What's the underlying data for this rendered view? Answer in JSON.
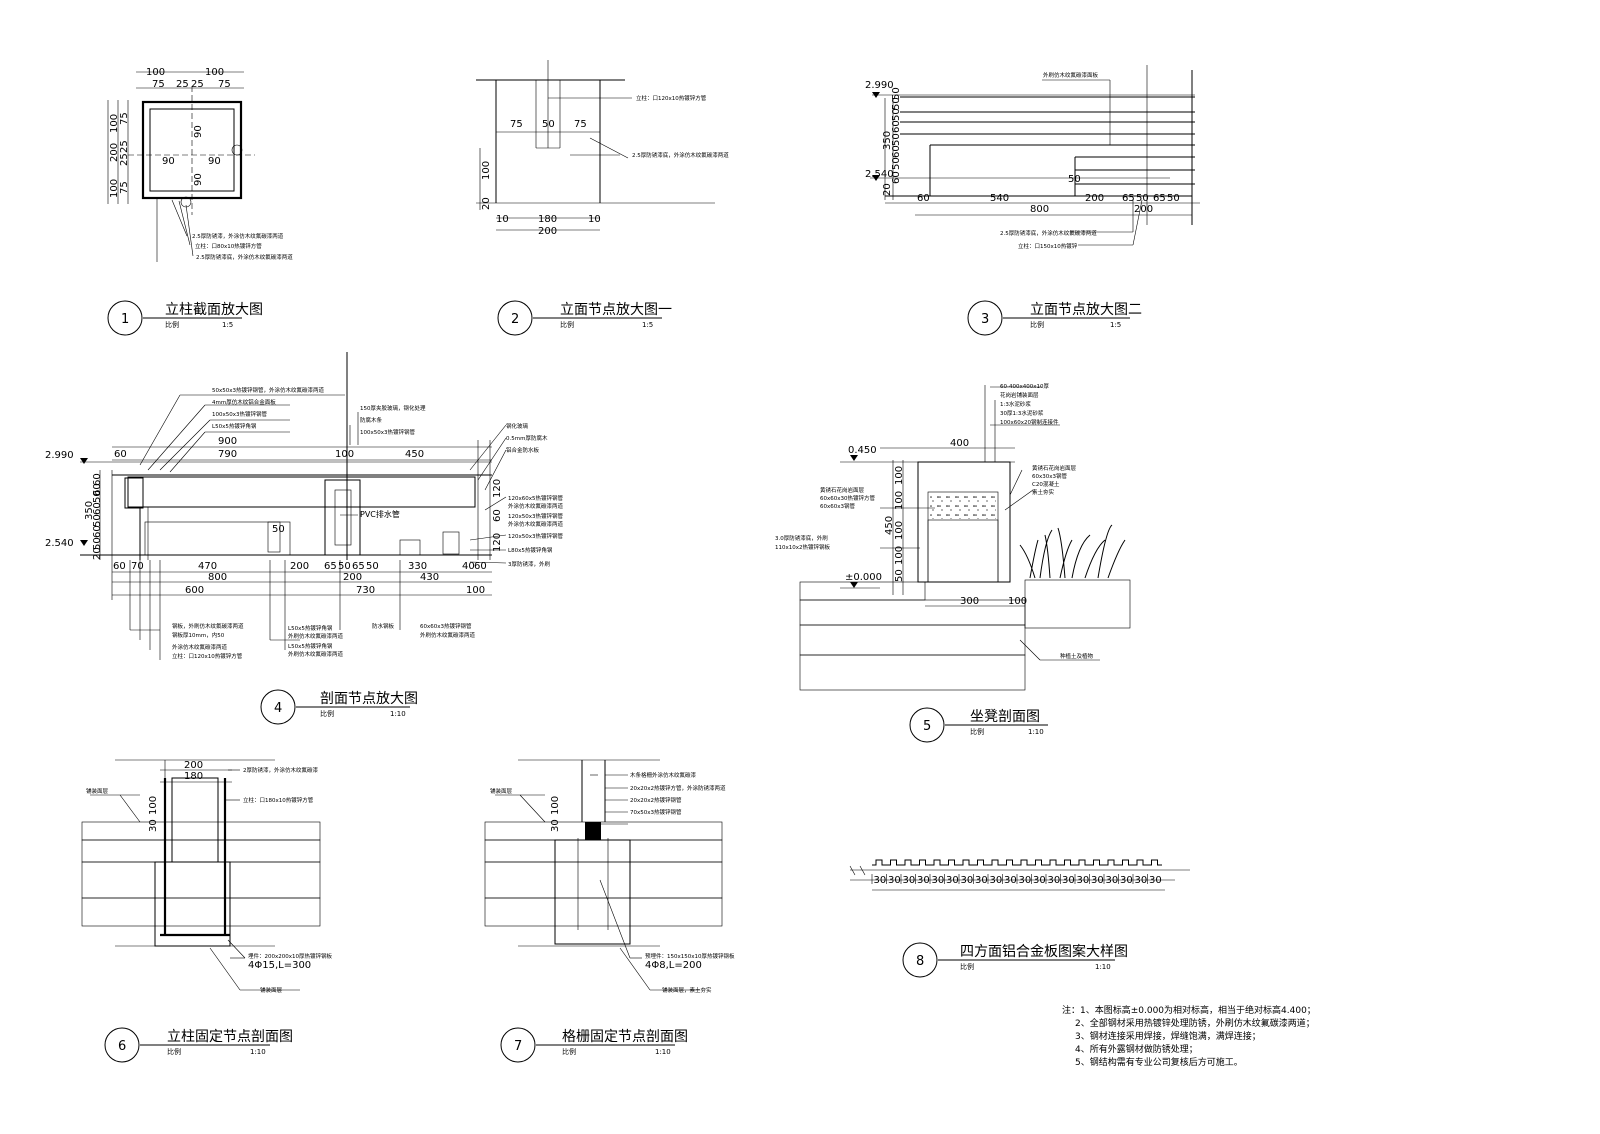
{
  "drawings": [
    {
      "num": "1",
      "title": "立柱截面放大图",
      "scale": "1:5"
    },
    {
      "num": "2",
      "title": "立面节点放大图一",
      "scale": "1:5"
    },
    {
      "num": "3",
      "title": "立面节点放大图二",
      "scale": "1:5"
    },
    {
      "num": "4",
      "title": "剖面节点放大图",
      "scale": "1:10"
    },
    {
      "num": "5",
      "title": "坐凳剖面图",
      "scale": "1:10"
    },
    {
      "num": "6",
      "title": "立柱固定节点剖面图",
      "scale": "1:10"
    },
    {
      "num": "7",
      "title": "格栅固定节点剖面图",
      "scale": "1:10"
    },
    {
      "num": "8",
      "title": "四方面铝合金板图案大样图",
      "scale": "1:10"
    }
  ],
  "scale_word": "比例",
  "d1": {
    "top_dims_a": [
      "100",
      "100"
    ],
    "top_dims_b": [
      "75",
      "25",
      "25",
      "75"
    ],
    "left_dims_a": [
      "200"
    ],
    "left_dims_b": [
      "100",
      "100"
    ],
    "left_dims_c": [
      "75",
      "25",
      "25",
      "75"
    ],
    "inner": [
      "90",
      "90",
      "90",
      "90"
    ],
    "labels": [
      "2.5厚防锈漆，外涂仿木纹氟碳漆两道",
      "立柱：口80x10热镀锌方管",
      "2.5厚防锈漆底，外涂仿木纹氟碳漆两道"
    ]
  },
  "d2": {
    "dims_mid": [
      "75",
      "50",
      "75"
    ],
    "dims_left": [
      "100",
      "20"
    ],
    "dims_bottom": [
      "10",
      "180",
      "10"
    ],
    "dim_total": "200",
    "labels": [
      "立柱：口120x10热镀锌方管",
      "2.5厚防锈漆底，外涂仿木纹氟碳漆两道"
    ]
  },
  "d3": {
    "elev_top": "2.990",
    "elev_bottom": "2.540",
    "left_dims": [
      "350",
      "20",
      "60",
      "50",
      "60",
      "50",
      "60",
      "50",
      "50",
      "50"
    ],
    "bottom_dims": [
      "60",
      "540",
      "200",
      "65",
      "50",
      "65",
      "50"
    ],
    "dim_total": "800",
    "dim_50": "50",
    "dim_200": "200",
    "labels": [
      "外刷仿木纹氟碳漆面板",
      "2.5厚防锈漆底，外涂仿木纹氟碳漆两道",
      "立柱：口150x10热镀锌"
    ]
  },
  "d4": {
    "elev_top": "2.990",
    "elev_bottom": "2.540",
    "top_dims": [
      "60",
      "900",
      "790",
      "100",
      "450"
    ],
    "left_dims": [
      "350",
      "60",
      "20",
      "50",
      "60",
      "50",
      "60",
      "50",
      "60"
    ],
    "right_dims": [
      "120",
      "60",
      "120"
    ],
    "bottom_dims_a": [
      "60",
      "70",
      "470",
      "200",
      "65",
      "50",
      "65",
      "50",
      "330",
      "40",
      "60"
    ],
    "bottom_dims_b": [
      "800",
      "200",
      "430"
    ],
    "bottom_dims_c": [
      "600",
      "730",
      "100"
    ],
    "dim_50": "50",
    "pvc": "PVC排水管",
    "labels_top": [
      "50x50x3热镀锌钢管，外涂仿木纹氟碳漆两道",
      "4mm厚仿木纹铝合金面板",
      "100x50x3热镀锌钢管",
      "L50x5热镀锌角钢",
      "150厚夹胶玻璃，钢化处理",
      "防腐木条",
      "100x50x3热镀锌钢管",
      "钢化玻璃",
      "0.5mm厚防腐木",
      "铝合金防水板"
    ],
    "labels_right": [
      "120x60x5热镀锌钢管",
      "外涂仿木纹氟碳漆两道",
      "120x50x3热镀锌钢管",
      "外涂仿木纹氟碳漆两道",
      "120x50x3热镀锌钢管",
      "L80x5热镀锌角钢",
      "3厚防锈漆，外刷"
    ],
    "labels_bottom": [
      "钢板，外刷仿木纹氟碳漆两道",
      "钢板厚10mm，内50",
      "外涂仿木纹氟碳漆两道",
      "立柱：口120x10热镀锌方管",
      "L50x5热镀锌角钢",
      "外刷仿木纹氟碳漆两道",
      "L50x5热镀锌角钢",
      "外刷仿木纹氟碳漆两道",
      "防水钢板",
      "60x60x3热镀锌钢管",
      "外刷仿木纹氟碳漆两道"
    ]
  },
  "d5": {
    "elev_top": "0.450",
    "elev_bottom": "±0.000",
    "dim_top": "400",
    "dims_left": [
      "100",
      "100",
      "450",
      "100",
      "100",
      "50"
    ],
    "dim_300": "300",
    "dim_100": "100",
    "labels_top": [
      "60-400x400x10厚",
      "花岗岩铺装面层",
      "1:3水泥砂浆",
      "30厚1:3水泥砂浆",
      "100x60x20钢制连接件"
    ],
    "labels_left": [
      "黄锈石花岗岩面层",
      "60x60x30热镀锌方管",
      "60x60x3钢管",
      "3.0厚防锈漆底，外刷",
      "110x10x2热镀锌钢板"
    ],
    "labels_right": [
      "黄锈石花岗岩面层",
      "60x30x3钢管",
      "C20混凝土",
      "素土夯实"
    ],
    "label_bottom": "种植土及植物"
  },
  "d6": {
    "dim_top_a": "200",
    "dim_top_b": "180",
    "dims_left": [
      "100",
      "30"
    ],
    "labels": [
      "2厚防锈漆，外涂仿木纹氟碳漆",
      "立柱：口180x10热镀锌方管",
      "埋件：200x200x10厚热镀锌钢板",
      "4Φ15,L=300",
      "铺装面层"
    ],
    "label_left": "铺装面层"
  },
  "d7": {
    "dims_left": [
      "100",
      "30"
    ],
    "labels": [
      "木条格栅外涂仿木纹氟碳漆",
      "20x20x2热镀锌方管，外涂防锈漆两道",
      "20x20x2热镀锌钢管",
      "70x50x3热镀锌钢管",
      "预埋件：150x150x10厚热镀锌钢板",
      "4Φ8,L=200",
      "铺装面层，素土夯实"
    ],
    "label_left": "铺装面层"
  },
  "d8": {
    "dims": [
      "30",
      "30",
      "30",
      "30",
      "30",
      "30",
      "30",
      "30",
      "30",
      "30",
      "30",
      "30",
      "30",
      "30",
      "30",
      "30",
      "30",
      "30",
      "30",
      "30"
    ]
  },
  "notes": [
    "注：1、本图标高±0.000为相对标高，相当于绝对标高4.400；",
    "2、全部钢材采用热镀锌处理防锈，外刷仿木纹氟碳漆两道；",
    "3、钢材连接采用焊接，焊缝饱满，满焊连接；",
    "4、所有外露钢材做防锈处理；",
    "5、钢结构需有专业公司复核后方可施工。"
  ]
}
